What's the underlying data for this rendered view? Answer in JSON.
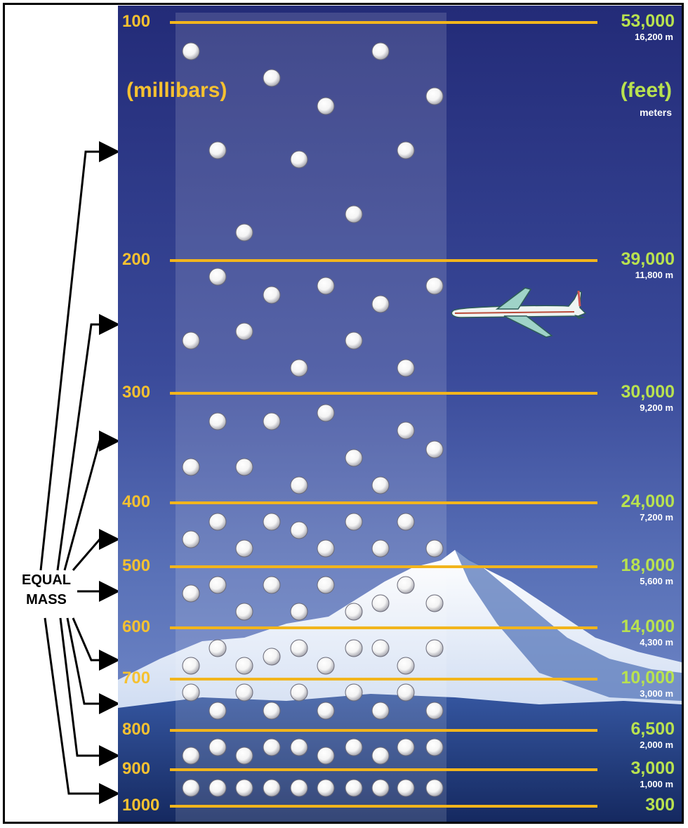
{
  "units": {
    "pressure": "(millibars)",
    "height": "(feet)",
    "height_sub": "meters"
  },
  "levels": [
    {
      "mb": "100",
      "feet": "53,000",
      "meters": "16,200 m"
    },
    {
      "mb": "200",
      "feet": "39,000",
      "meters": "11,800 m"
    },
    {
      "mb": "300",
      "feet": "30,000",
      "meters": "9,200 m"
    },
    {
      "mb": "400",
      "feet": "24,000",
      "meters": "7,200 m"
    },
    {
      "mb": "500",
      "feet": "18,000",
      "meters": "5,600 m"
    },
    {
      "mb": "600",
      "feet": "14,000",
      "meters": "4,300 m"
    },
    {
      "mb": "700",
      "feet": "10,000",
      "meters": "3,000 m"
    },
    {
      "mb": "800",
      "feet": "6,500",
      "meters": "2,000 m"
    },
    {
      "mb": "900",
      "feet": "3,000",
      "meters": "1,000 m"
    },
    {
      "mb": "1000",
      "feet": "300",
      "meters": ""
    }
  ],
  "equal_mass_label": "EQUAL MASS",
  "colors": {
    "pressure_label": "#f5c131",
    "height_label": "#b9e24f",
    "level_line": "#f2b51c",
    "sky_top": "#232b78",
    "sky_bottom": "#5a72b8",
    "molecule": "#ffffff"
  },
  "icons": {
    "airplane": "airplane-icon",
    "mountain": "mountain-icon",
    "molecule": "air-molecule-icon"
  }
}
